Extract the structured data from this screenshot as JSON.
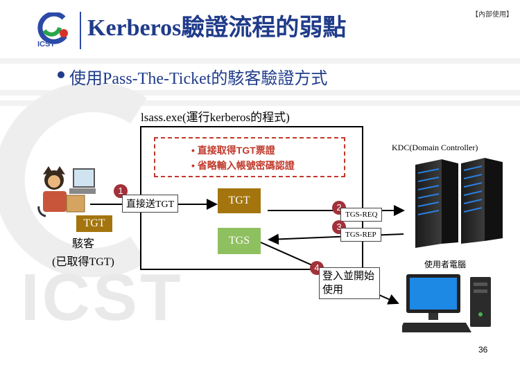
{
  "header": {
    "title": "Kerberos驗證流程的弱點",
    "internal_tag": "【內部使用】",
    "logo_text": "ICST"
  },
  "subtitle": "使用Pass-The-Ticket的駭客驗證方式",
  "watermark": "ICST",
  "diagram": {
    "lsass_label": "lsass.exe(運行kerberos的程式)",
    "red_box": [
      "• 直接取得TGT票證",
      "• 省略輸入帳號密碼認證"
    ],
    "hacker_badge": "TGT",
    "hacker_label_line1": "駭客",
    "hacker_label_line2": "(已取得TGT)",
    "step1_label": "直接送TGT",
    "tgt_badge": "TGT",
    "tgs_badge": "TGS",
    "tgs_req": "TGS-REQ",
    "tgs_rep": "TGS-REP",
    "login_label": "登入並開始使用",
    "kdc_label": "KDC(Domain Controller)",
    "user_label": "使用者電腦",
    "steps": [
      "1",
      "2",
      "3",
      "4"
    ]
  },
  "colors": {
    "title": "#1f3b8a",
    "tgt": "#a4750e",
    "tgs": "#8fc060",
    "step_circle": "#a2313a",
    "red_box": "#c0392b"
  },
  "page_number": "36"
}
